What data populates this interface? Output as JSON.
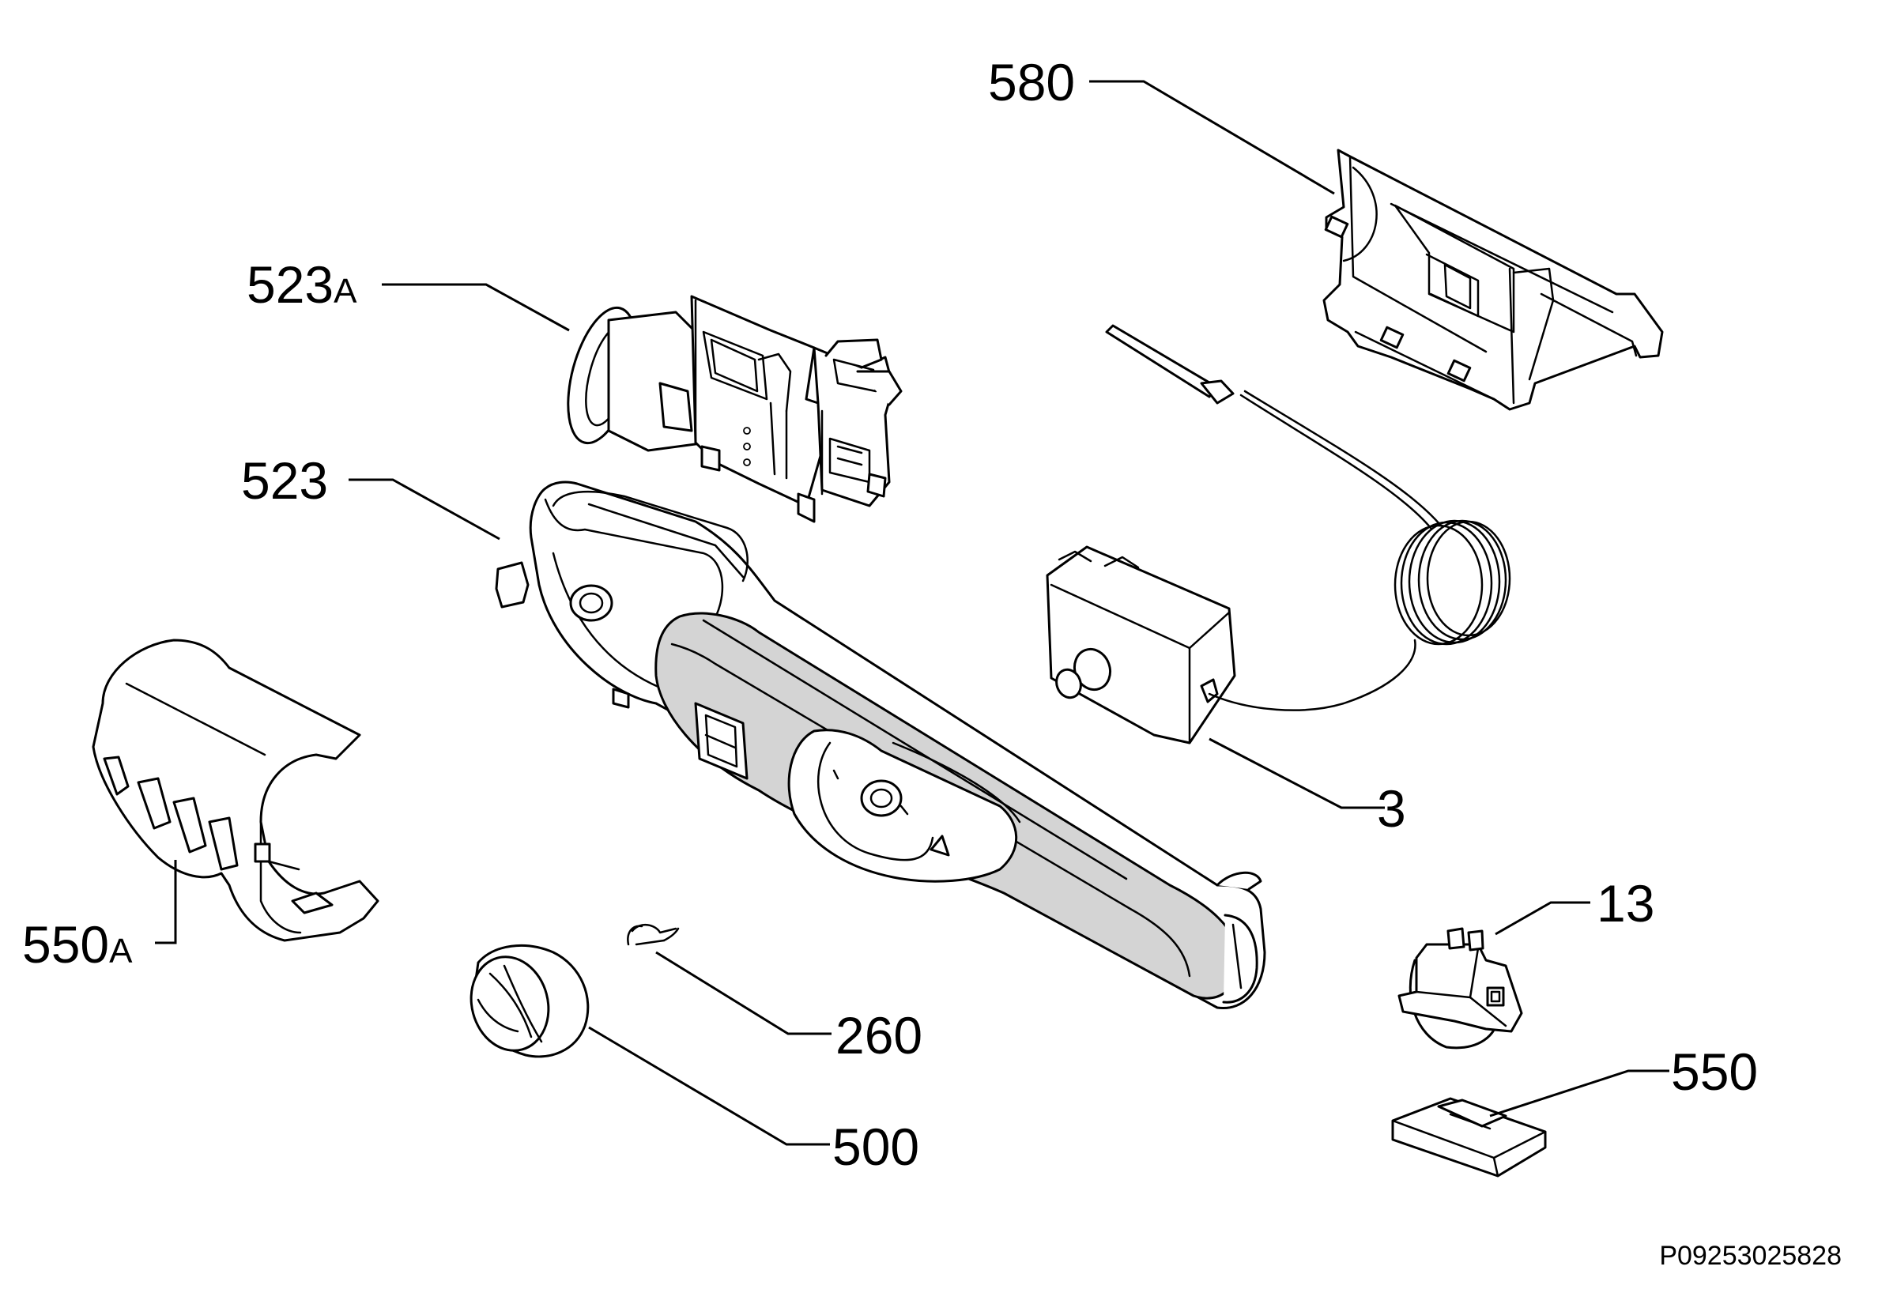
{
  "callouts": {
    "c580": "580",
    "c523a_num": "523",
    "c523a_suffix": "A",
    "c523": "523",
    "c3": "3",
    "c13": "13",
    "c550": "550",
    "c550a_num": "550",
    "c550a_suffix": "A",
    "c260": "260",
    "c500": "500"
  },
  "reference_code": "P09253025828"
}
